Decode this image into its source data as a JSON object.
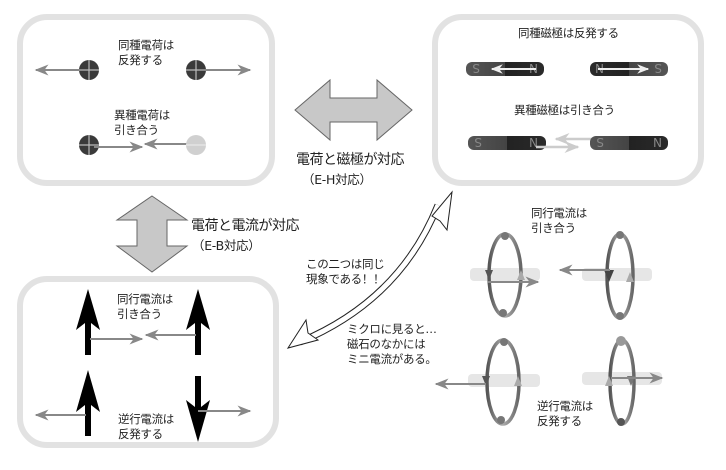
{
  "electric_panel": {
    "same_charge": [
      "同種電荷は",
      "反発する"
    ],
    "opposite_charge": [
      "異種電荷は",
      "引き合う"
    ]
  },
  "magnet_panel": {
    "same_pole": "同種磁極は反発する",
    "opposite_pole": "異種磁極は引き合う",
    "pole_labels": {
      "north": "N",
      "south": "S"
    }
  },
  "current_panel": {
    "parallel": [
      "同行電流は",
      "引き合う"
    ],
    "antiparallel": [
      "逆行電流は",
      "反発する"
    ]
  },
  "correspondence_eh": {
    "title": "電荷と磁極が対応",
    "sub": "（E-H対応）"
  },
  "correspondence_eb": {
    "title": "電荷と電流が対応",
    "sub": "（E-B対応）"
  },
  "same_phenomenon": [
    "この二つは同じ",
    "現象である！！"
  ],
  "micro_view": [
    "ミクロに見ると…",
    "磁石のなかには",
    "ミニ電流がある。"
  ],
  "loop_section": {
    "parallel": [
      "同行電流は",
      "引き合う"
    ],
    "antiparallel": [
      "逆行電流は",
      "反発する"
    ]
  },
  "colors": {
    "panel_border": "#e2e2e2",
    "charge_dark": "#3a3a3a",
    "charge_light": "#d0d0d0",
    "force_arrow": "#888888",
    "block_arrow_fill": "#c8c8c8",
    "current_arrow": "#000000"
  }
}
